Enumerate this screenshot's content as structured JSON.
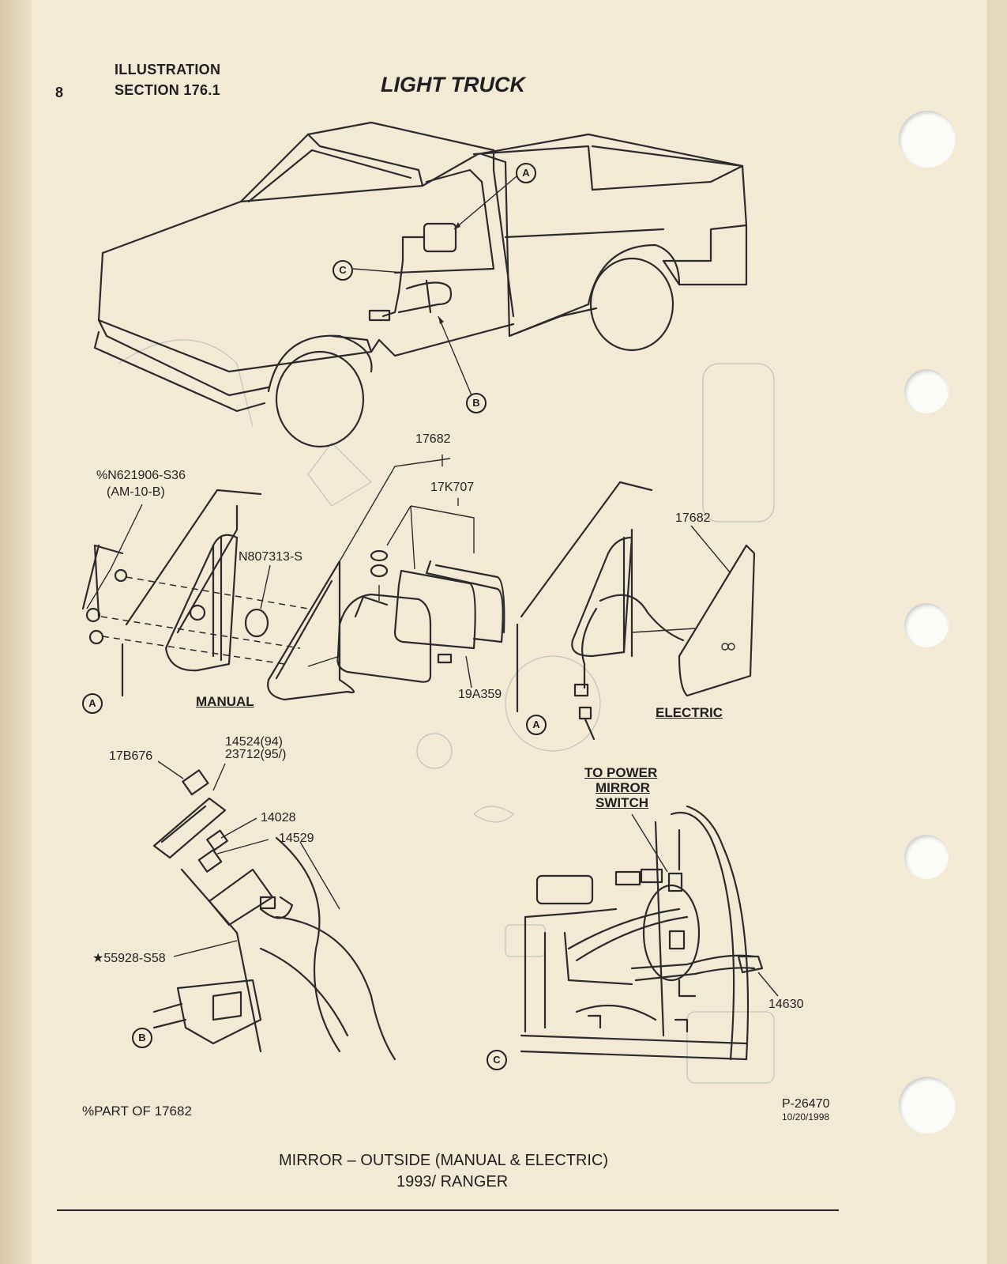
{
  "header": {
    "page_number": "8",
    "line1": "ILLUSTRATION",
    "line2": "SECTION 176.1",
    "title": "LIGHT TRUCK"
  },
  "callouts": {
    "a": "A",
    "b": "B",
    "c": "C"
  },
  "labels": {
    "part_17682_top": "17682",
    "part_17k707": "17K707",
    "part_n621906": "%N621906-S36",
    "part_n621906_note": "(AM-10-B)",
    "part_n807313": "N807313-S",
    "part_19a359": "19A359",
    "manual": "MANUAL",
    "part_17682_right": "17682",
    "electric": "ELECTRIC",
    "part_17b676": "17B676",
    "part_14524": "14524(94)",
    "part_23712": "23712(95/)",
    "part_14028": "14028",
    "part_14529": "14529",
    "part_55928": "★55928-S58",
    "to_power_1": "TO POWER",
    "to_power_2": "MIRROR",
    "to_power_3": "SWITCH",
    "part_14630": "14630"
  },
  "footer": {
    "note": "%PART OF 17682",
    "ref_number": "P-26470",
    "ref_date": "10/20/1998",
    "caption_line1": "MIRROR – OUTSIDE (MANUAL & ELECTRIC)",
    "caption_line2": "1993/ RANGER"
  }
}
